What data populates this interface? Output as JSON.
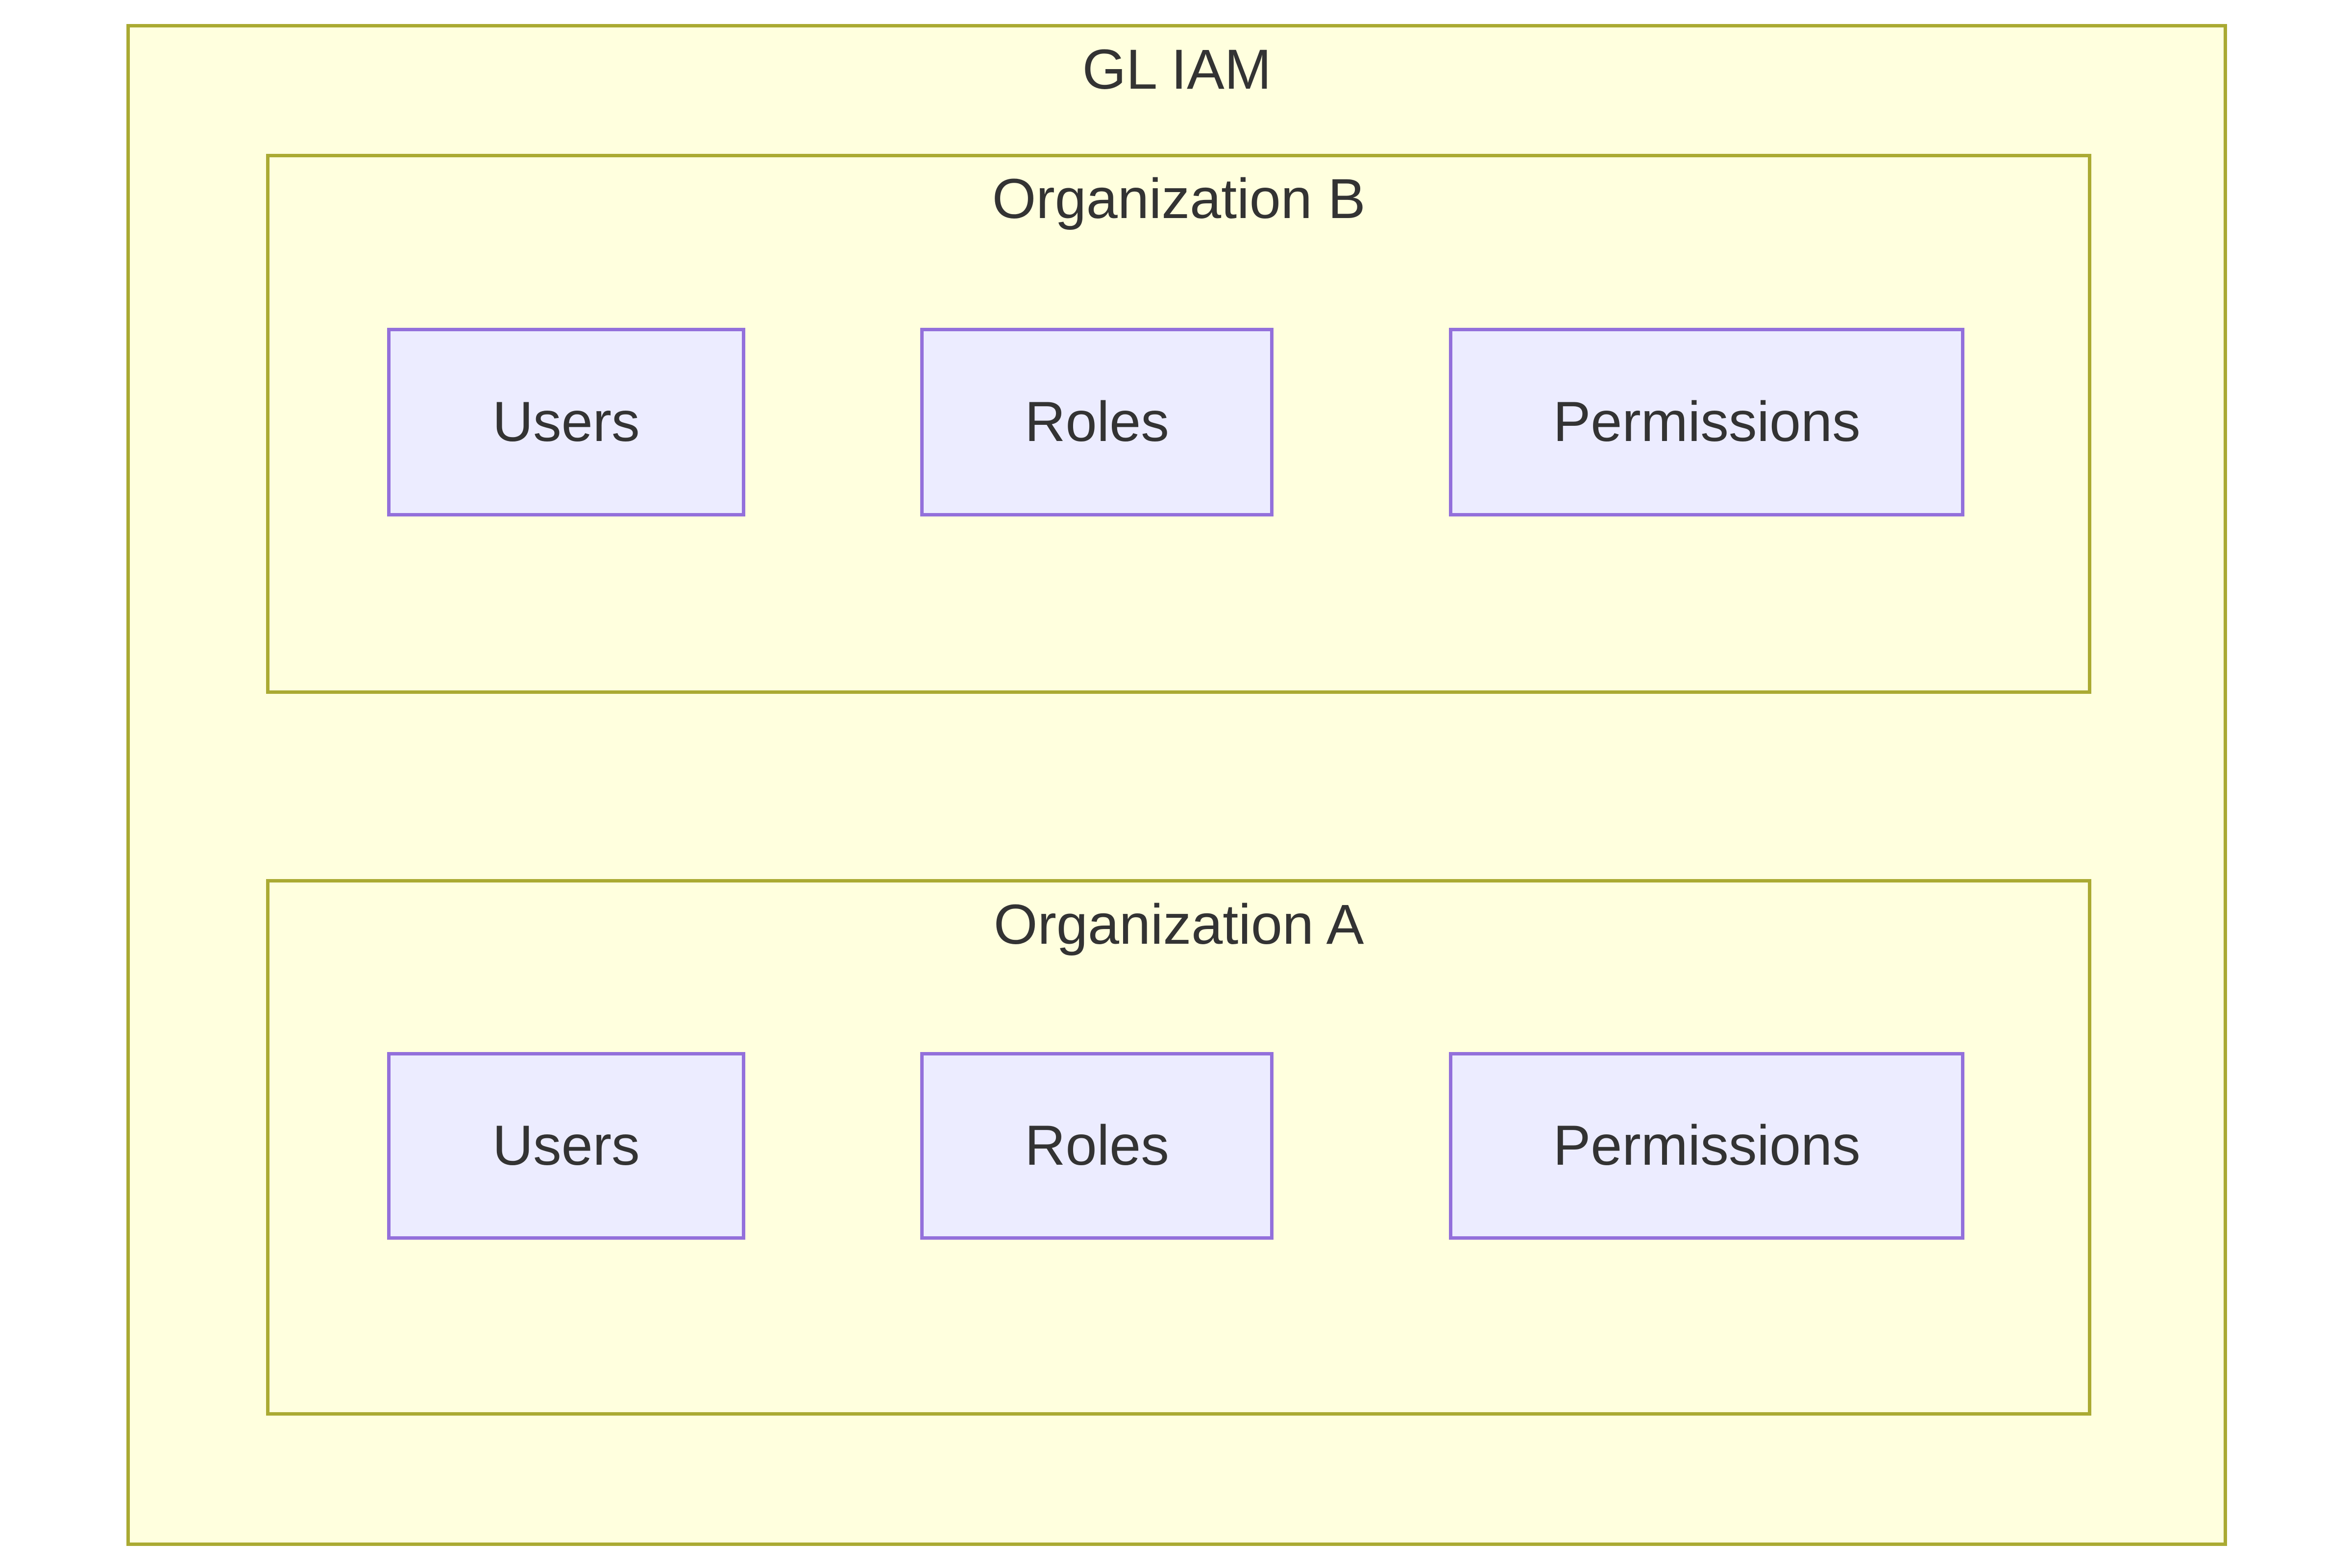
{
  "diagram": {
    "title": "GL IAM",
    "colors": {
      "page_background": "#ffffff",
      "cluster_fill": "#ffffde",
      "cluster_border": "#aaaa33",
      "node_fill": "#ececff",
      "node_border": "#9370db",
      "text": "#333333"
    },
    "clusters": [
      {
        "id": "org-b",
        "label": "Organization B",
        "nodes": [
          {
            "label": "Users"
          },
          {
            "label": "Roles"
          },
          {
            "label": "Permissions"
          }
        ]
      },
      {
        "id": "org-a",
        "label": "Organization A",
        "nodes": [
          {
            "label": "Users"
          },
          {
            "label": "Roles"
          },
          {
            "label": "Permissions"
          }
        ]
      }
    ]
  }
}
